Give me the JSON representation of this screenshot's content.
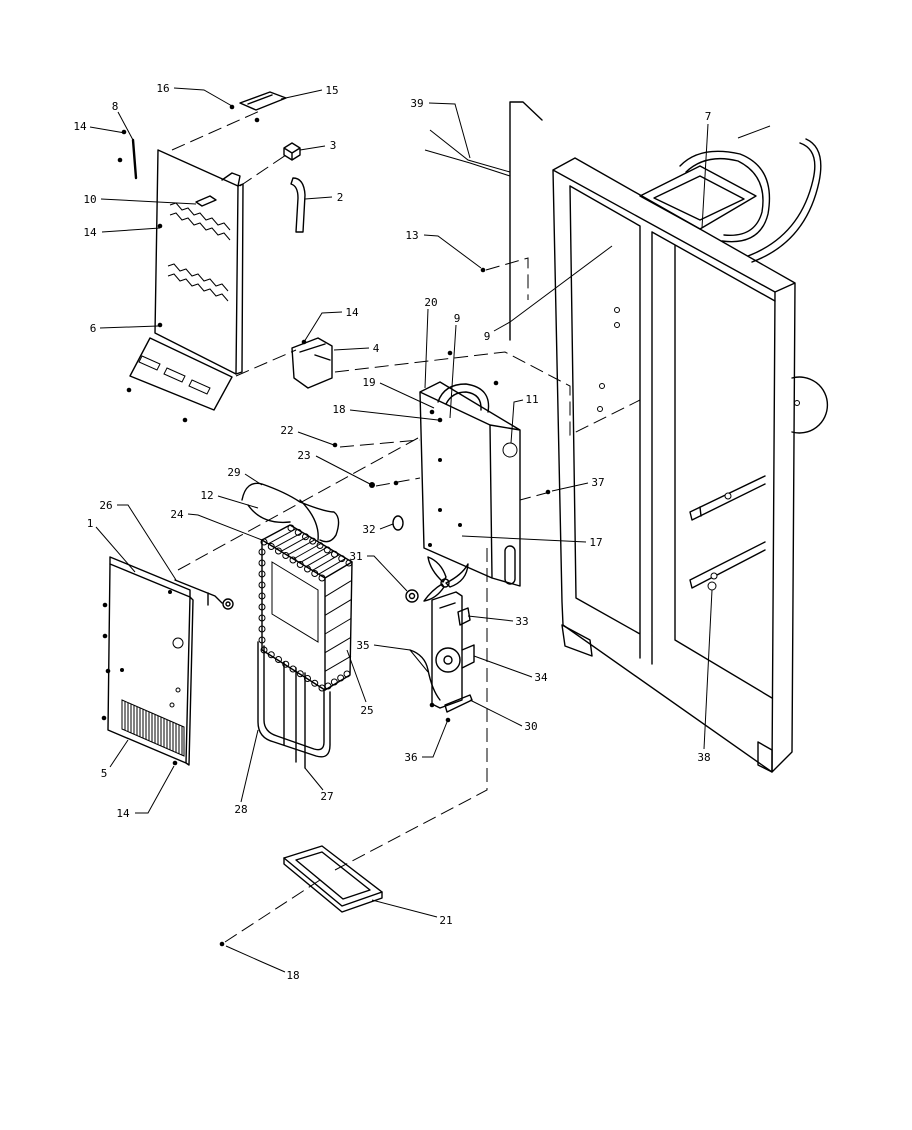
{
  "diagram": {
    "line_color": "#000000",
    "background": "#ffffff",
    "callouts": [
      "16",
      "15",
      "8",
      "14",
      "3",
      "2",
      "10",
      "14",
      "6",
      "14",
      "4",
      "39",
      "7",
      "13",
      "20",
      "9",
      "9",
      "19",
      "18",
      "11",
      "22",
      "23",
      "29",
      "12",
      "37",
      "26",
      "24",
      "32",
      "17",
      "1",
      "31",
      "33",
      "35",
      "34",
      "25",
      "30",
      "36",
      "38",
      "5",
      "28",
      "27",
      "14",
      "21",
      "18"
    ]
  }
}
